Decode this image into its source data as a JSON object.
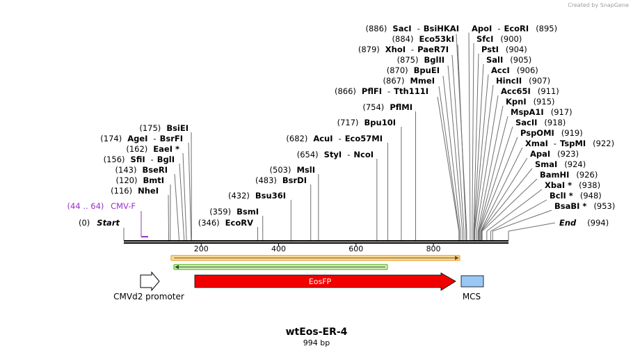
{
  "credit": "Created by SnapGene",
  "sequence": {
    "name": "wtEos-ER-4",
    "length_label": "994 bp"
  },
  "ruler_ticks": [
    "200",
    "400",
    "600",
    "800"
  ],
  "start_label": {
    "position": "(0)",
    "name": "Start"
  },
  "end_label": {
    "name": "End",
    "position": "(994)"
  },
  "primer": {
    "position": "(44 .. 64)",
    "name": "CMV-F",
    "color": "#9b2fc9"
  },
  "sites_left": [
    {
      "position": "(175)",
      "name": "BsiEI"
    },
    {
      "position": "(174)",
      "name": "AgeI",
      "alt": "BsrFI"
    },
    {
      "position": "(162)",
      "name": "EaeI *"
    },
    {
      "position": "(156)",
      "name": "SfiI",
      "alt": "BglI"
    },
    {
      "position": "(143)",
      "name": "BseRI"
    },
    {
      "position": "(120)",
      "name": "BmtI"
    },
    {
      "position": "(116)",
      "name": "NheI"
    }
  ],
  "sites_middle": [
    {
      "position": "(754)",
      "name": "PflMI"
    },
    {
      "position": "(717)",
      "name": "Bpu10I"
    },
    {
      "position": "(682)",
      "name": "AcuI",
      "alt": "Eco57MI"
    },
    {
      "position": "(654)",
      "name": "StyI",
      "alt": "NcoI"
    },
    {
      "position": "(503)",
      "name": "MslI"
    },
    {
      "position": "(483)",
      "name": "BsrDI"
    },
    {
      "position": "(432)",
      "name": "Bsu36I"
    },
    {
      "position": "(359)",
      "name": "BsmI"
    },
    {
      "position": "(346)",
      "name": "EcoRV"
    }
  ],
  "sites_cluster_left": [
    {
      "position": "(886)",
      "name": "SacI",
      "alt": "BsiHKAI"
    },
    {
      "position": "(884)",
      "name": "Eco53kI"
    },
    {
      "position": "(879)",
      "name": "XhoI",
      "alt": "PaeR7I"
    },
    {
      "position": "(875)",
      "name": "BglII"
    },
    {
      "position": "(870)",
      "name": "BpuEI"
    },
    {
      "position": "(867)",
      "name": "MmeI"
    },
    {
      "position": "(866)",
      "name": "PflFI",
      "alt": "Tth111I"
    }
  ],
  "sites_right": [
    {
      "name": "ApoI",
      "alt": "EcoRI",
      "position": "(895)"
    },
    {
      "name": "SfcI",
      "position": "(900)"
    },
    {
      "name": "PstI",
      "position": "(904)"
    },
    {
      "name": "SalI",
      "position": "(905)"
    },
    {
      "name": "AccI",
      "position": "(906)"
    },
    {
      "name": "HincII",
      "position": "(907)"
    },
    {
      "name": "Acc65I",
      "position": "(911)"
    },
    {
      "name": "KpnI",
      "position": "(915)"
    },
    {
      "name": "MspA1I",
      "position": "(917)"
    },
    {
      "name": "SacII",
      "position": "(918)"
    },
    {
      "name": "PspOMI",
      "position": "(919)"
    },
    {
      "name": "XmaI",
      "alt": "TspMI",
      "position": "(922)"
    },
    {
      "name": "ApaI",
      "position": "(923)"
    },
    {
      "name": "SmaI",
      "position": "(924)"
    },
    {
      "name": "BamHI",
      "position": "(926)"
    },
    {
      "name": "XbaI *",
      "position": "(938)"
    },
    {
      "name": "BclI *",
      "position": "(948)"
    },
    {
      "name": "BsaBI *",
      "position": "(953)"
    }
  ],
  "features": {
    "promoter": {
      "name": "CMVd2 promoter",
      "color": "#ffffff"
    },
    "cds": {
      "name": "EosFP",
      "color": "#f20000"
    },
    "mcs": {
      "name": "MCS",
      "color": "#99c8f5"
    },
    "orf_orange": {
      "color": "#f0a030"
    },
    "orf_green": {
      "color": "#5fb82a"
    }
  }
}
